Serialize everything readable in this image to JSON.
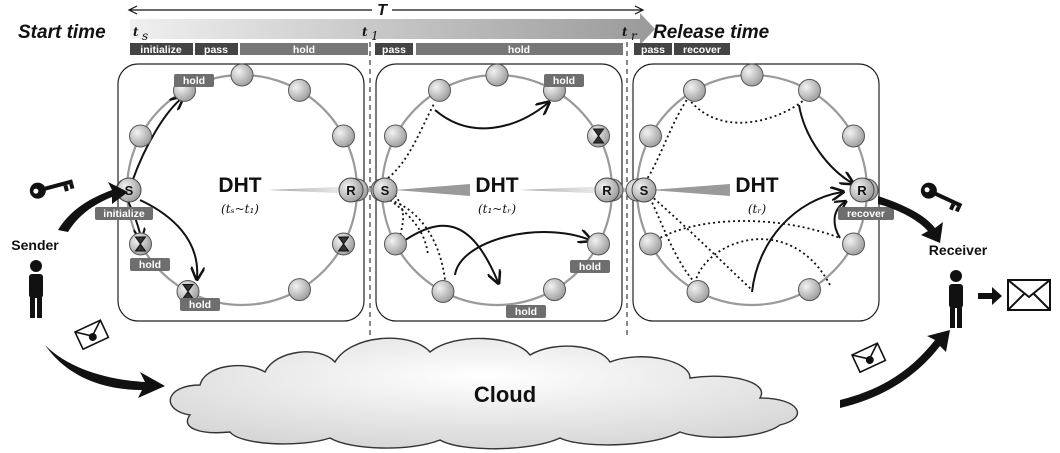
{
  "timeline": {
    "start_label": "Start time",
    "release_label": "Release time",
    "period_label": "T",
    "t_s": "t",
    "t_s_sub": "s",
    "t_1": "t",
    "t_1_sub": "1",
    "t_r": "t",
    "t_r_sub": "r",
    "segments": [
      "initialize",
      "pass",
      "hold",
      "pass",
      "hold",
      "pass",
      "recover"
    ]
  },
  "panels": [
    {
      "dht_label": "DHT",
      "range": "(tₛ~t₁)"
    },
    {
      "dht_label": "DHT",
      "range": "(t₁~tᵣ)"
    },
    {
      "dht_label": "DHT",
      "range": "(tᵣ)"
    }
  ],
  "node_labels": {
    "sender_node": "S",
    "receiver_node": "R"
  },
  "tags": {
    "initialize": "initialize",
    "hold": "hold",
    "recover": "recover"
  },
  "actors": {
    "sender": "Sender",
    "receiver": "Receiver"
  },
  "cloud_label": "Cloud",
  "icons": [
    "key-icon",
    "envelope-icon",
    "lock-icon",
    "hourglass-icon",
    "person-icon",
    "mail-icon"
  ],
  "colors": {
    "node_fill": "#bdbdbd",
    "tag_fill": "#6e6e6e",
    "bar_dark": "#444444",
    "bar_light": "#e6e6e6"
  }
}
